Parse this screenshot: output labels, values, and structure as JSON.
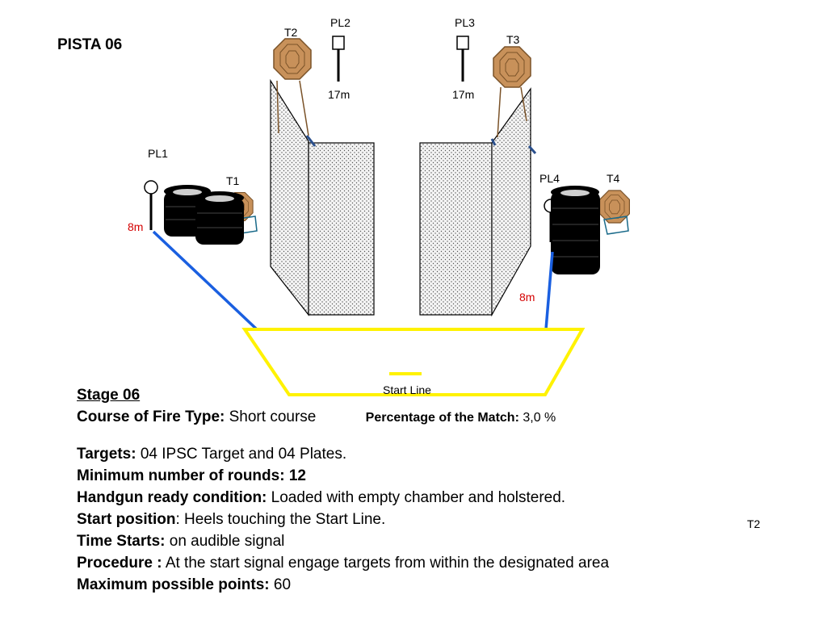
{
  "title": "PISTA 06",
  "diagram": {
    "labels": {
      "pl1": "PL1",
      "pl2": "PL2",
      "pl3": "PL3",
      "pl4": "PL4",
      "t1": "T1",
      "t2": "T2",
      "t3": "T3",
      "t4": "T4",
      "t2_extra": "T2",
      "dist_pl2": "17m",
      "dist_pl3": "17m",
      "dist_left": "8m",
      "dist_right": "8m",
      "start_line": "Start Line"
    },
    "colors": {
      "fault_line": "#fff200",
      "shooting_line": "#1a5fe0",
      "distance_text": "#d40000",
      "target_fill": "#c8915a",
      "tire": "#000000",
      "wall_fill": "#f2f2f2"
    }
  },
  "stage": {
    "name": "Stage 06",
    "course_label": "Course of Fire Type:",
    "course_value": "Short course",
    "percentage_label": "Percentage of the Match:",
    "percentage_value": "3,0 %",
    "targets_label": "Targets:",
    "targets_value": "04 IPSC Target and 04 Plates.",
    "min_rounds_label": "Minimum number of rounds:",
    "min_rounds_value": "12",
    "ready_label": "Handgun ready condition:",
    "ready_value": "Loaded with empty chamber and holstered.",
    "start_pos_label": "Start position",
    "start_pos_value": ": Heels touching the Start  Line.",
    "time_label": "Time Starts:",
    "time_value": "on audible signal",
    "procedure_label": "Procedure :",
    "procedure_value": "At the start signal engage targets from within the designated area",
    "max_points_label": "Maximum possible points:",
    "max_points_value": "60"
  }
}
